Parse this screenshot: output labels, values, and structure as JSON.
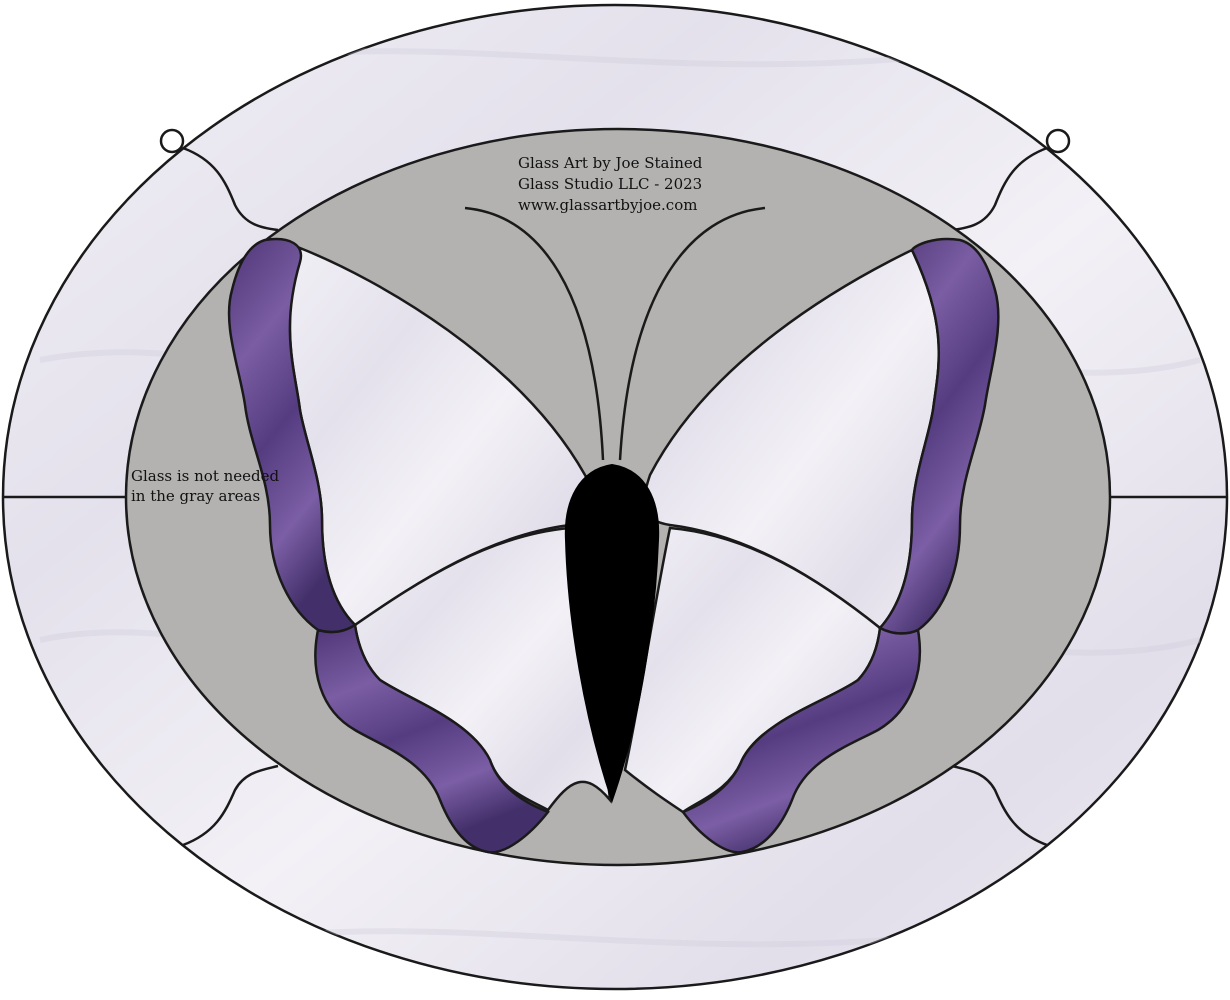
{
  "credit": {
    "line1": "Glass Art by Joe Stained",
    "line2": "Glass Studio LLC - 2023",
    "line3": "www.glassartbyjoe.com"
  },
  "note": {
    "line1": "Glass is not needed",
    "line2": "in the gray areas"
  },
  "colors": {
    "white_glass": "#ECEAF1",
    "white_glass_streak": "#D9D5E2",
    "gray_area": "#B3B2B0",
    "purple_glass": "#6A4C91",
    "purple_glass_dark": "#3F2A63",
    "body": "#000000",
    "lead_line": "#1A1A1A"
  },
  "icons": {
    "hanging_loop_left": "hanging-loop-icon",
    "hanging_loop_right": "hanging-loop-icon"
  }
}
